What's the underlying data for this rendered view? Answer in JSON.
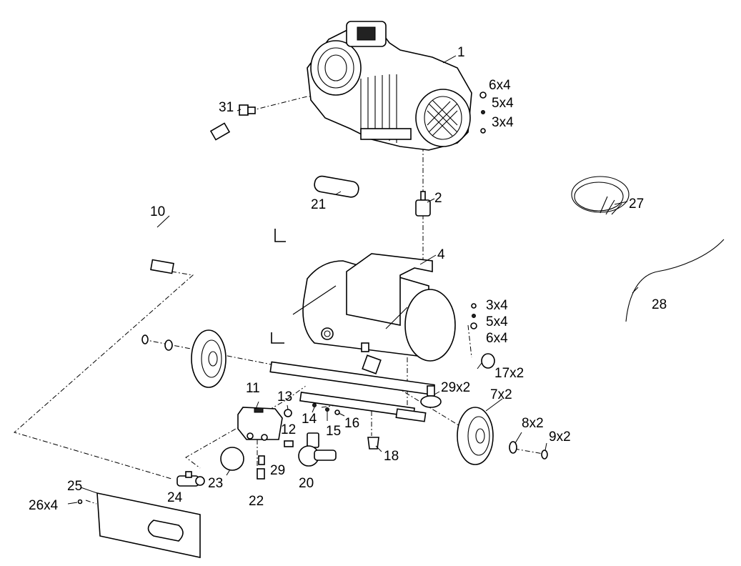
{
  "labels": {
    "p1": "1",
    "p2": "2",
    "p3a": "3x4",
    "p3b": "3x4",
    "p4": "4",
    "p5a": "5x4",
    "p5b": "5x4",
    "p6a": "6x4",
    "p6b": "6x4",
    "p7": "7x2",
    "p8": "8x2",
    "p9": "9x2",
    "p10": "10",
    "p11": "11",
    "p12": "12",
    "p13": "13",
    "p14": "14",
    "p15": "15",
    "p16": "16",
    "p17": "17x2",
    "p18": "18",
    "p20": "20",
    "p21": "21",
    "p22": "22",
    "p23": "23",
    "p24": "24",
    "p25": "25",
    "p26": "26x4",
    "p27": "27",
    "p28": "28",
    "p29a": "29x2",
    "p29b": "29",
    "p31": "31"
  }
}
